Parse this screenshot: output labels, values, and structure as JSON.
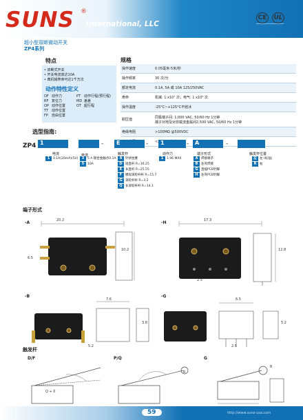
{
  "header": {
    "brand": "SUNS",
    "reg_mark": "®",
    "tagline": "International, LLC",
    "cert_ce": "CE",
    "cert_ul": "UL"
  },
  "subtitle": {
    "cn_title": "超小型双断微动开关",
    "series": "ZP4系列"
  },
  "features": {
    "heading": "特点",
    "items": [
      "双断式开关",
      "开关电流高达10A",
      "典机械寿命可达1千万次"
    ]
  },
  "action": {
    "heading": "动作特性定义",
    "rows": [
      [
        "OF",
        "动作力",
        "PT",
        "动作行程(预行程)"
      ],
      [
        "RF",
        "复位力",
        "MD",
        "差差"
      ],
      [
        "OP",
        "动作位置",
        "OT",
        "超行程"
      ],
      [
        "TT",
        "动作位置",
        "",
        ""
      ],
      [
        "FP",
        "自由位置",
        "",
        ""
      ]
    ]
  },
  "spec": {
    "title": "规格",
    "rows": [
      {
        "k": "操作速度",
        "v": "0.05毫米-5米/秒"
      },
      {
        "k": "操作频率",
        "v": "30 次/分"
      },
      {
        "k": "额定电流",
        "v": "0.1A, 5A 或 10A  125/250VAC"
      },
      {
        "k": "寿命",
        "v": "机械: 1 x10⁷ 次；电气: 1 x10⁵ 次"
      },
      {
        "k": "操作温度",
        "v": "-25°C~+125°C不结冰"
      },
      {
        "k": "耐压值",
        "v": "同极端子间: 1,000 VAC, 50/60 Hz 1分钟",
        "v2": "端子对地及对非载流金属间2,500 VAC, 50/60 Hz 1分钟"
      },
      {
        "k": "绝缘电阻",
        "v": ">100MΩ @500VDC"
      },
      {
        "k": "接点电阻",
        "v": "<25mΩ (初值)"
      }
    ]
  },
  "selection": {
    "title": "选型指南:",
    "model": "ZP4",
    "codes": [
      "1",
      "",
      "E",
      "1",
      "A",
      ""
    ],
    "label_current": "电流",
    "label_terminal": "端子形式",
    "label_lever_pos": "触发杆位置",
    "label_lever": "触发杆",
    "label_force": "动作力",
    "current_opts": [
      [
        "1",
        "0.1A(20mA)(5V)"
      ],
      [
        "3",
        "5 A 银合金触点0.1A"
      ],
      [
        "5",
        "10A"
      ]
    ],
    "lever_opts": [
      [
        "A",
        "针状柱塞"
      ],
      [
        "D",
        "短直杆  R=16.25"
      ],
      [
        "E",
        "长直杆  R=25.55"
      ],
      [
        "F",
        "模拟滚轮杆杆 R=15.7"
      ],
      [
        "G",
        "滚轮杆杆  R=3.2"
      ],
      [
        "Q",
        "长滚轮杆杆 R=14.1"
      ]
    ],
    "force_opts": [
      [
        "1",
        "1.96 MAX"
      ]
    ],
    "terminal_opts": [
      [
        "A",
        "焊接端子"
      ],
      [
        "B",
        "左弯焊接"
      ],
      [
        "G",
        "直插PCB针脚"
      ],
      [
        "H",
        "左弯PCB针脚"
      ]
    ],
    "lever_pos_opts": [
      [
        "左",
        "左 (标准)"
      ],
      [
        "R",
        "右"
      ]
    ]
  },
  "terminals": {
    "title": "端子形式",
    "items": [
      {
        "label": "-A",
        "dims": [
          "20.2",
          "10.2",
          "6.5"
        ]
      },
      {
        "label": "-H",
        "dims": [
          "17.3",
          "12.8",
          "2.5"
        ]
      },
      {
        "label": "-B",
        "dims": [
          "7.6",
          "3.8",
          "5.2"
        ]
      },
      {
        "label": "-G",
        "dims": [
          "6.5",
          "5.2",
          "2.5"
        ]
      }
    ]
  },
  "lever": {
    "title": "触发杆",
    "items": [
      {
        "label": "D/F",
        "note": "Q + 0"
      },
      {
        "label": "P/Q",
        "note": "R"
      },
      {
        "label": "G",
        "note": "R"
      }
    ]
  },
  "footer": {
    "page": "59",
    "url": "http://www.suns-usa.com"
  },
  "colors": {
    "brand_red": "#d42a1c",
    "brand_blue": "#1271b5",
    "panel": "#dcecf8"
  }
}
